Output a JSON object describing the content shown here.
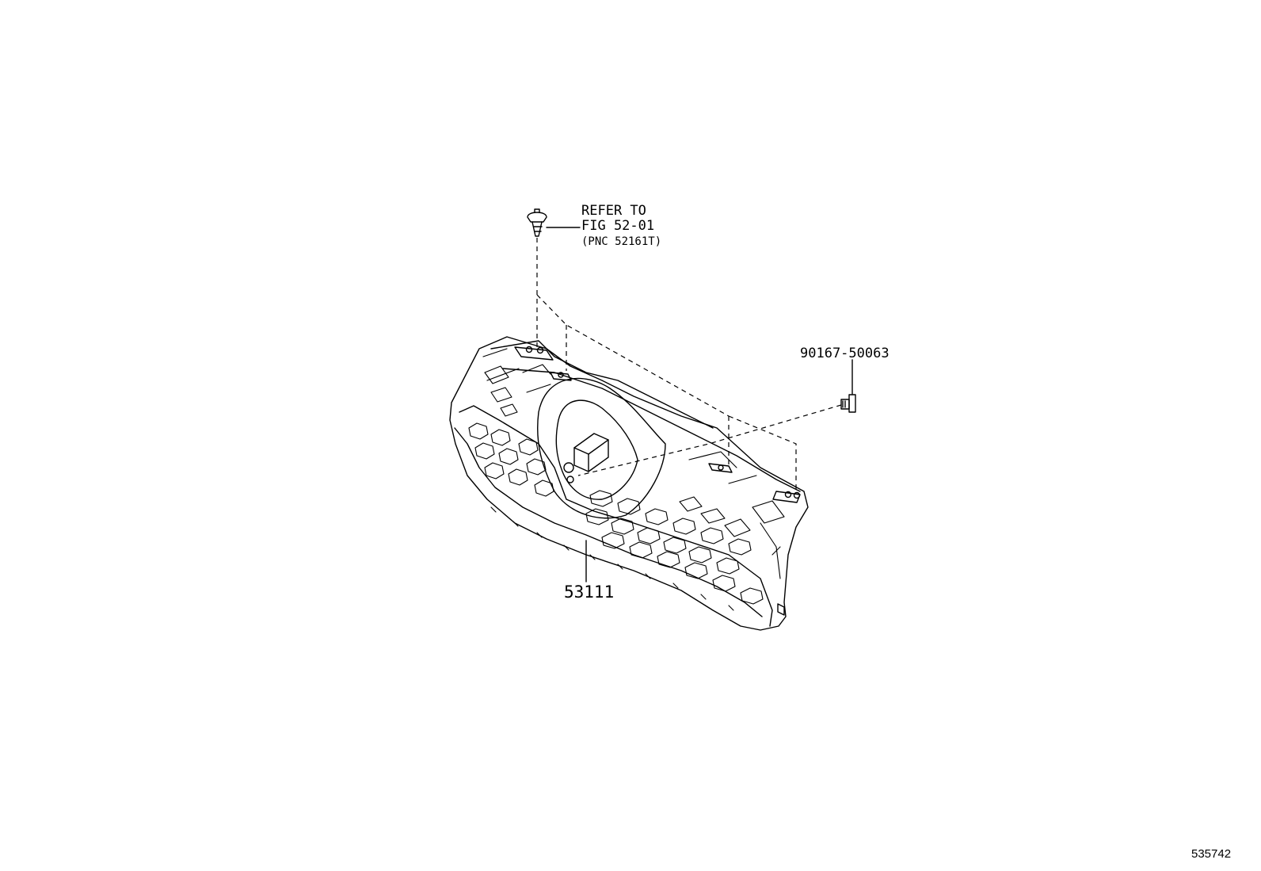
{
  "callouts": {
    "clip_refer_line1": "REFER TO",
    "clip_refer_line2": "FIG 52-01",
    "clip_refer_line3": "(PNC 52161T)",
    "bolt_part_number": "90167-50063",
    "grille_part_number": "53111"
  },
  "illustration_number": "535742",
  "icons": {
    "clip": "push-clip-icon",
    "bolt": "screw-bolt-icon"
  },
  "colors": {
    "line": "#000000",
    "background": "#ffffff"
  }
}
